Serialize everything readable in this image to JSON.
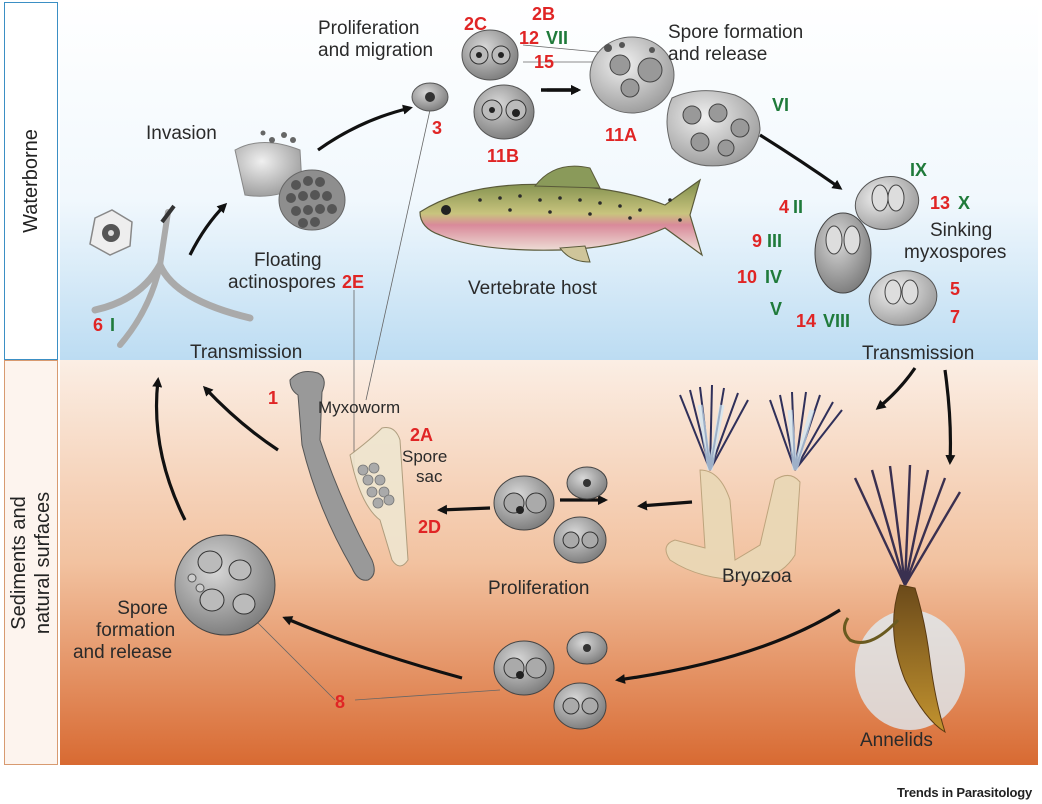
{
  "zones": {
    "waterborne": "Waterborne",
    "sediments_line1": "Sediments and",
    "sediments_line2": "natural surfaces"
  },
  "labels": {
    "proliferation_migration_1": "Proliferation",
    "proliferation_migration_2": "and migration",
    "spore_formation_top_1": "Spore formation",
    "spore_formation_top_2": "and release",
    "invasion": "Invasion",
    "floating_1": "Floating",
    "floating_2": "actinospores",
    "vertebrate_host": "Vertebrate host",
    "sinking_1": "Sinking",
    "sinking_2": "myxospores",
    "transmission_left": "Transmission",
    "transmission_right": "Transmission",
    "myxoworm": "Myxoworm",
    "spore_sac_1": "Spore",
    "spore_sac_2": "sac",
    "proliferation_bottom": "Proliferation",
    "bryozoa": "Bryozoa",
    "spore_formation_bottom_1": "Spore",
    "spore_formation_bottom_2": "formation",
    "spore_formation_bottom_3": "and release",
    "annelids": "Annelids"
  },
  "refs": {
    "n2C": "2C",
    "n2B": "2B",
    "n12": "12",
    "n15": "15",
    "n3": "3",
    "n11B": "11B",
    "n11A": "11A",
    "n13": "13",
    "n4": "4",
    "n9": "9",
    "n10": "10",
    "n5": "5",
    "n7": "7",
    "n14": "14",
    "n6": "6",
    "n2E": "2E",
    "n1": "1",
    "n2A": "2A",
    "n2D": "2D",
    "n8": "8"
  },
  "roman": {
    "VII": "VII",
    "VI": "VI",
    "IX": "IX",
    "X": "X",
    "II": "II",
    "III": "III",
    "IV": "IV",
    "V": "V",
    "VIII": "VIII",
    "I": "I"
  },
  "colors": {
    "ref_red": "#e02525",
    "roman_green": "#1f7a3a",
    "water_blue": "#cfe6f7",
    "sediment_orange": "#d9703a"
  },
  "footer": "Trends in Parasitology"
}
